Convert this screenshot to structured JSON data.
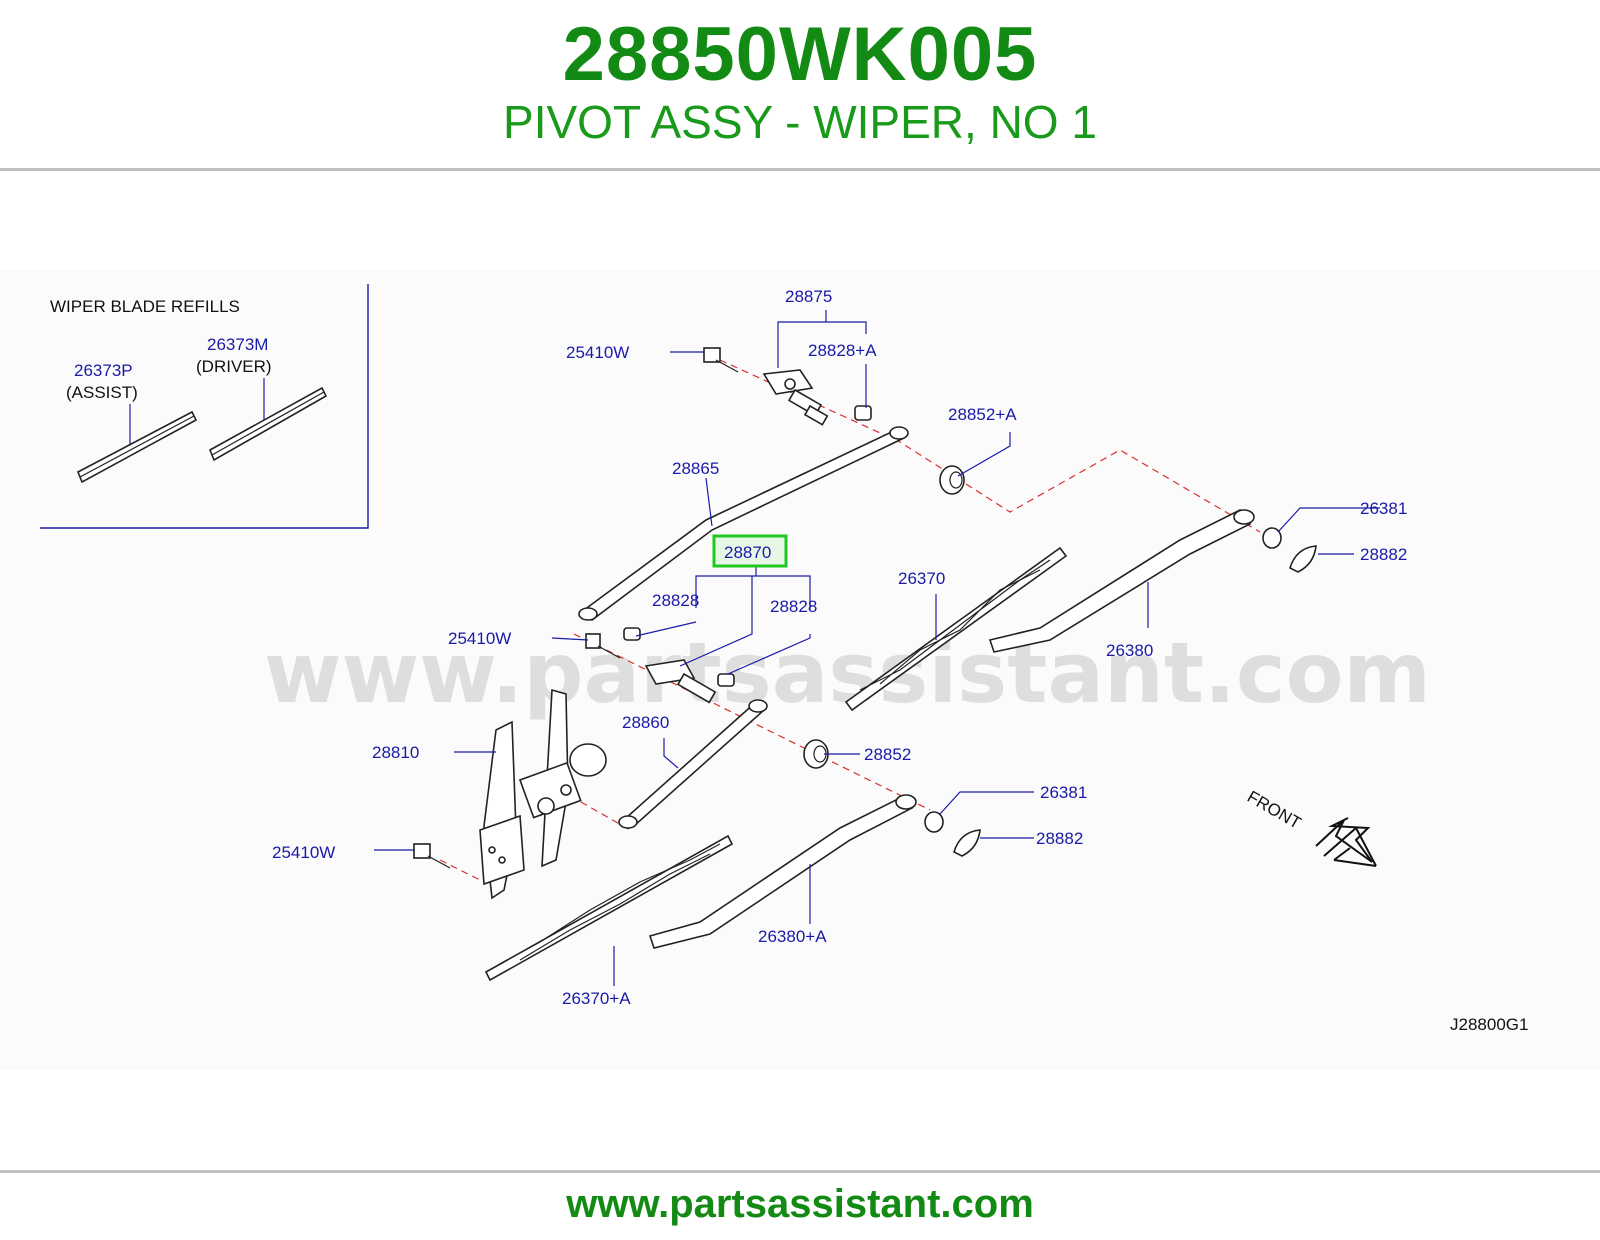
{
  "header": {
    "part_number": "28850WK005",
    "part_name": "PIVOT ASSY - WIPER, NO 1"
  },
  "inset": {
    "title": "WIPER   BLADE   REFILLS",
    "assist_part": "26373P",
    "assist_label": "(ASSIST)",
    "driver_part": "26373M",
    "driver_label": "(DRIVER)"
  },
  "callouts": {
    "p28875": "28875",
    "p25410w_top": "25410W",
    "p28828a": "28828+A",
    "p28852a": "28852+A",
    "p28865": "28865",
    "p28870": "28870",
    "p28828_left": "28828",
    "p28828_right": "28828",
    "p25410w_mid": "25410W",
    "p26370": "26370",
    "p26380": "26380",
    "p26381_top": "26381",
    "p28882_top": "28882",
    "p28810": "28810",
    "p28860": "28860",
    "p28852": "28852",
    "p26381_bottom": "26381",
    "p28882_bottom": "28882",
    "p25410w_bottom": "25410W",
    "p26380a": "26380+A",
    "p26370a": "26370+A"
  },
  "front_label": "FRONT",
  "diagram_code": "J28800G1",
  "watermark": "www.partsassistant.com",
  "footer_url": "www.partsassistant.com",
  "colors": {
    "title_green": "#138a13",
    "callout_blue": "#1a1aa8",
    "highlight_green": "#1ec81e",
    "dash_red": "#d83030"
  }
}
